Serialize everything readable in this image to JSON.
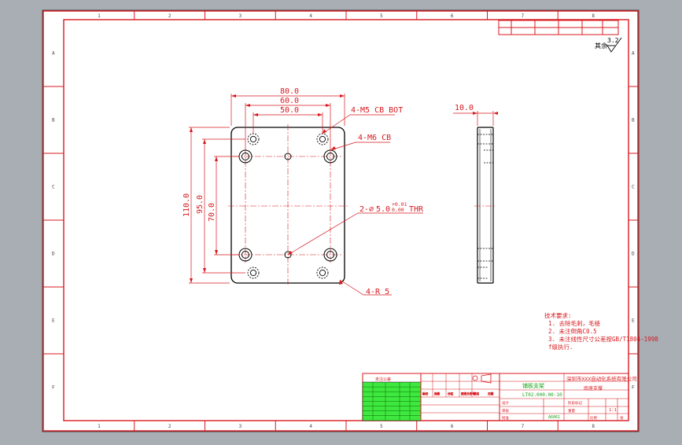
{
  "sheet": {
    "zone_columns": [
      "1",
      "2",
      "3",
      "4",
      "5",
      "6",
      "7",
      "8"
    ],
    "zone_rows": [
      "A",
      "B",
      "C",
      "D",
      "E",
      "F"
    ],
    "border_color": "#d8191f",
    "paper_color": "#ffffff",
    "background_color": "#a9adb4"
  },
  "part": {
    "line_color": "#000000",
    "dim_color": "#d8191f",
    "dims": {
      "w_80": "80.0",
      "w_60": "60.0",
      "w_50": "50.0",
      "h_110": "110.0",
      "h_95": "95.0",
      "h_70": "70.0",
      "thickness": "10.0"
    },
    "callouts": {
      "m5_cb_bot": "4-M5 CB BOT",
      "m6_cb": "4-M6 CB",
      "pin_hole_prefix": "2-",
      "pin_hole_diam": "5.0",
      "pin_tol_upper": "+0.01",
      "pin_tol_lower": "0.00",
      "pin_hole_suffix": "THR",
      "corner_radius": "4-R 5"
    }
  },
  "surface_finish": {
    "value": "3.2",
    "prefix": "其余"
  },
  "notes": {
    "title": "技术要求:",
    "lines": [
      "1. 去除毛刺，毛棱",
      "2. 未注倒角C0.5",
      "3. 未注线性尺寸公差按GB/T1804-1998",
      "   f级执行."
    ]
  },
  "title_block": {
    "drawing_name": "铺板支架",
    "drawing_number": "LT02.000.00-10",
    "company": "深圳市XXX自动化系统有限公司",
    "part_name": "底座支撑",
    "material": "A6061",
    "scale": "1:1",
    "green_field": "未注公差",
    "cells": [
      "标记",
      "处数",
      "分区",
      "更改文件号",
      "签名",
      "日期",
      "设计",
      "标准化",
      "审核",
      "工艺",
      "批准",
      "阶段标记",
      "重量",
      "比例",
      "共",
      "张",
      "第",
      "张"
    ]
  }
}
